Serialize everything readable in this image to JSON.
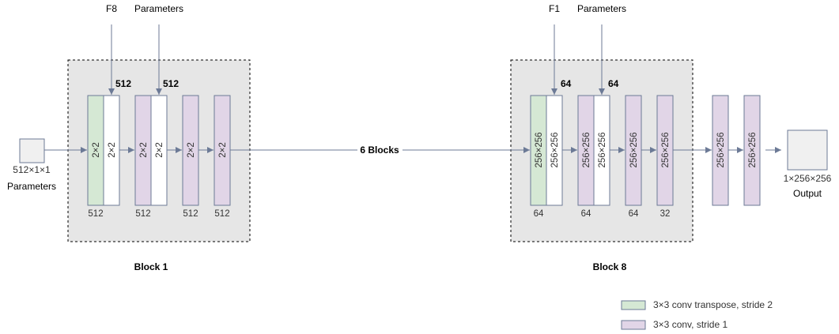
{
  "colors": {
    "transpose": "#d5e8d4",
    "conv": "#e1d5e7",
    "plain": "#ffffff",
    "block_bg": "#e6e6e6",
    "stroke": "#6c7a96",
    "arrow": "#6c7a96",
    "output_box": "#f0f0f0"
  },
  "input": {
    "size": "512×1×1",
    "label": "Parameters"
  },
  "block1": {
    "title": "Block 1",
    "inputs": [
      {
        "label": "F8",
        "channels": "512"
      },
      {
        "label": "Parameters",
        "channels": "512"
      }
    ],
    "layers": [
      {
        "text": "2×2",
        "kind": "transpose"
      },
      {
        "text": "2×2",
        "kind": "plain"
      },
      {
        "text": "2×2",
        "kind": "conv"
      },
      {
        "text": "2×2",
        "kind": "plain"
      },
      {
        "text": "2×2",
        "kind": "conv"
      },
      {
        "text": "2×2",
        "kind": "conv"
      }
    ],
    "out_channels": [
      "512",
      "512",
      "512",
      "512"
    ]
  },
  "middle": {
    "label": "6 Blocks"
  },
  "block8": {
    "title": "Block 8",
    "inputs": [
      {
        "label": "F1",
        "channels": "64"
      },
      {
        "label": "Parameters",
        "channels": "64"
      }
    ],
    "layers": [
      {
        "text": "256×256",
        "kind": "transpose"
      },
      {
        "text": "256×256",
        "kind": "plain"
      },
      {
        "text": "256×256",
        "kind": "conv"
      },
      {
        "text": "256×256",
        "kind": "plain"
      },
      {
        "text": "256×256",
        "kind": "conv"
      },
      {
        "text": "256×256",
        "kind": "conv"
      }
    ],
    "out_channels": [
      "64",
      "64",
      "64",
      "32"
    ]
  },
  "extra_layers": [
    {
      "text": "256×256",
      "kind": "conv"
    },
    {
      "text": "256×256",
      "kind": "conv"
    }
  ],
  "output": {
    "size": "1×256×256",
    "label": "Output"
  },
  "legend": [
    {
      "kind": "transpose",
      "label": "3×3 conv transpose, stride 2"
    },
    {
      "kind": "conv",
      "label": "3×3 conv, stride 1"
    }
  ]
}
